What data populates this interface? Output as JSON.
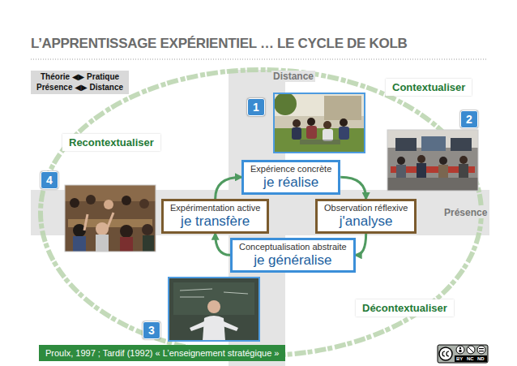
{
  "diagram": {
    "title": "L’APPRENTISSAGE EXPÉRIENTIEL … LE CYCLE DE KOLB",
    "caption": "Proulx, 1997 ; Tardif (1992) « L’enseignement stratégique »",
    "nodes": [
      {
        "text": [
          "Théorie ◀▶ Pratique",
          "Présence ◀▶ Distance"
        ]
      },
      {
        "text": [
          "Contextualiser"
        ]
      },
      {
        "text": [
          "Recontextualiser"
        ]
      },
      {
        "text": [
          "Expérience concrète",
          "je réalise"
        ]
      },
      {
        "text": [
          "Expérimentation active",
          "je transfère"
        ]
      },
      {
        "text": [
          "Observation réflexive",
          "j'analyse"
        ]
      },
      {
        "text": [
          "Conceptualisation abstraite",
          "je généralise"
        ]
      },
      {
        "text": [
          "Décontextualiser"
        ]
      }
    ],
    "edges": [
      {
        "from": 3,
        "to": 5,
        "arrow": "to"
      },
      {
        "from": 5,
        "to": 6,
        "arrow": "to"
      },
      {
        "from": 6,
        "to": 4,
        "arrow": "to"
      },
      {
        "from": 4,
        "to": 3,
        "arrow": "to"
      }
    ],
    "labels": [
      "Distance",
      "1",
      "2",
      "4",
      "Présence",
      "3",
      "BY",
      "NC",
      "ND"
    ]
  }
}
